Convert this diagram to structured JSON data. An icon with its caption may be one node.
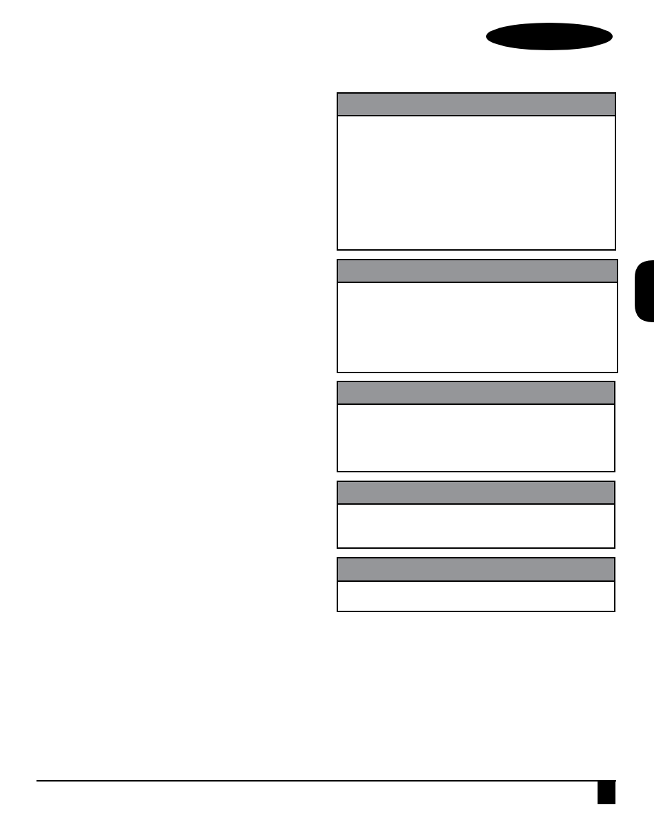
{
  "diagram": {
    "nodes": [
      {
        "text": [],
        "shape": "ellipse"
      },
      {
        "text": [],
        "shape": "box"
      },
      {
        "text": [],
        "shape": "bar",
        "in": 1
      },
      {
        "text": [],
        "shape": "box"
      },
      {
        "text": [],
        "shape": "bar",
        "in": 3
      },
      {
        "text": [],
        "shape": "box"
      },
      {
        "text": [],
        "shape": "bar",
        "in": 5
      },
      {
        "text": [],
        "shape": "box"
      },
      {
        "text": [],
        "shape": "bar",
        "in": 7
      },
      {
        "text": [],
        "shape": "box"
      },
      {
        "text": [],
        "shape": "bar",
        "in": 9
      },
      {
        "text": [],
        "shape": "tab"
      }
    ]
  }
}
